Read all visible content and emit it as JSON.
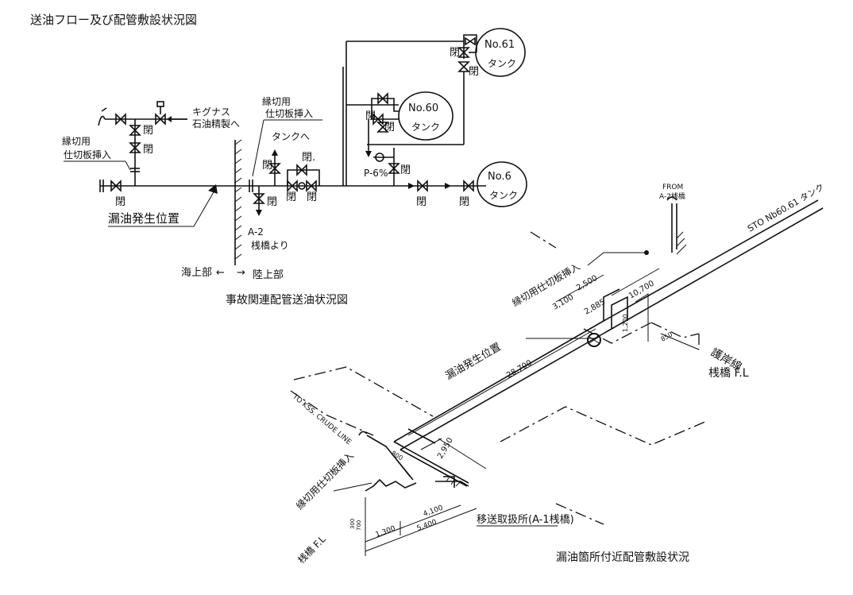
{
  "page_title": "送油フロー及び配管敷設状況図",
  "flow_diagram": {
    "caption": "事故関連配管送油状況図",
    "tanks": [
      "No.61",
      "No.60",
      "No.6"
    ],
    "tank_label": "タンク",
    "valve_open": "閉",
    "valve_open_dot": "閉.",
    "blind_plate_left": [
      "縁切用",
      "仕切板挿入"
    ],
    "blind_plate_right": [
      "縁切用",
      "仕切板挿入"
    ],
    "to_kygnus": [
      "キグナス",
      "石油精製へ"
    ],
    "to_tank": "タンクへ",
    "pier": [
      "A-2",
      "桟橋より"
    ],
    "pump": "P-6%",
    "leak_location": "漏油発生位置",
    "sea_side": "海上部",
    "land_side": "陸上部",
    "arrow_left": "←",
    "arrow_right": "→"
  },
  "isometric_diagram": {
    "caption": "漏油箇所付近配管敷設状況",
    "from_label": [
      "FROM",
      "A-2桟橋"
    ],
    "to_tank": "STO Nb60.61 タンク",
    "to_kss": "TO KSS. CRUDE LINE",
    "blind_plate_top": "縁切用仕切板挿入",
    "blind_plate_bottom": "縁切用仕切板挿入",
    "leak_location": "漏油発生位置",
    "revetment": "護岸線",
    "pier_fl_right": "桟橋 F.L",
    "pier_fl_left": "桟橋 F.L",
    "transfer_station": "移送取扱所(A-1桟橋)",
    "dims": {
      "d28700": "28,700",
      "d2950": "2,950",
      "d2500": "2,500",
      "d3100": "3,100",
      "d2885": "2,885",
      "d10700": "10,700",
      "d1200": "1,200",
      "d850": "850",
      "d4100": "4,100",
      "d5400": "5,400",
      "d1300": "1,300",
      "d300": "300",
      "d700": "700",
      "d800": "800"
    }
  }
}
